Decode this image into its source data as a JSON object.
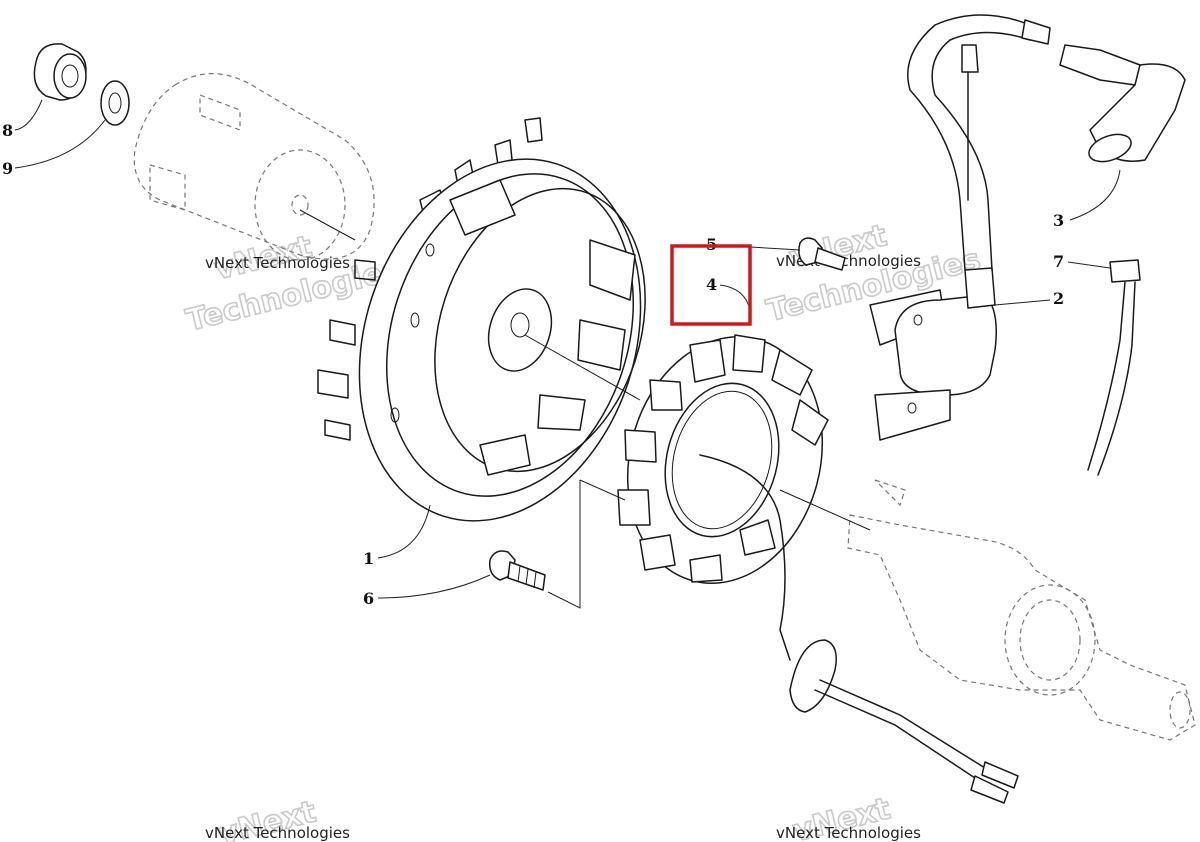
{
  "callouts": {
    "c1": "1",
    "c2": "2",
    "c3": "3",
    "c4": "4",
    "c5": "5",
    "c6": "6",
    "c7": "7",
    "c8": "8",
    "c9": "9"
  },
  "watermark": {
    "line_small": "vNext Technologies",
    "line_big_1": "vNext",
    "line_big_2": "Technologies"
  },
  "highlight": {
    "target_callout": "4",
    "color": "#d0191b"
  }
}
